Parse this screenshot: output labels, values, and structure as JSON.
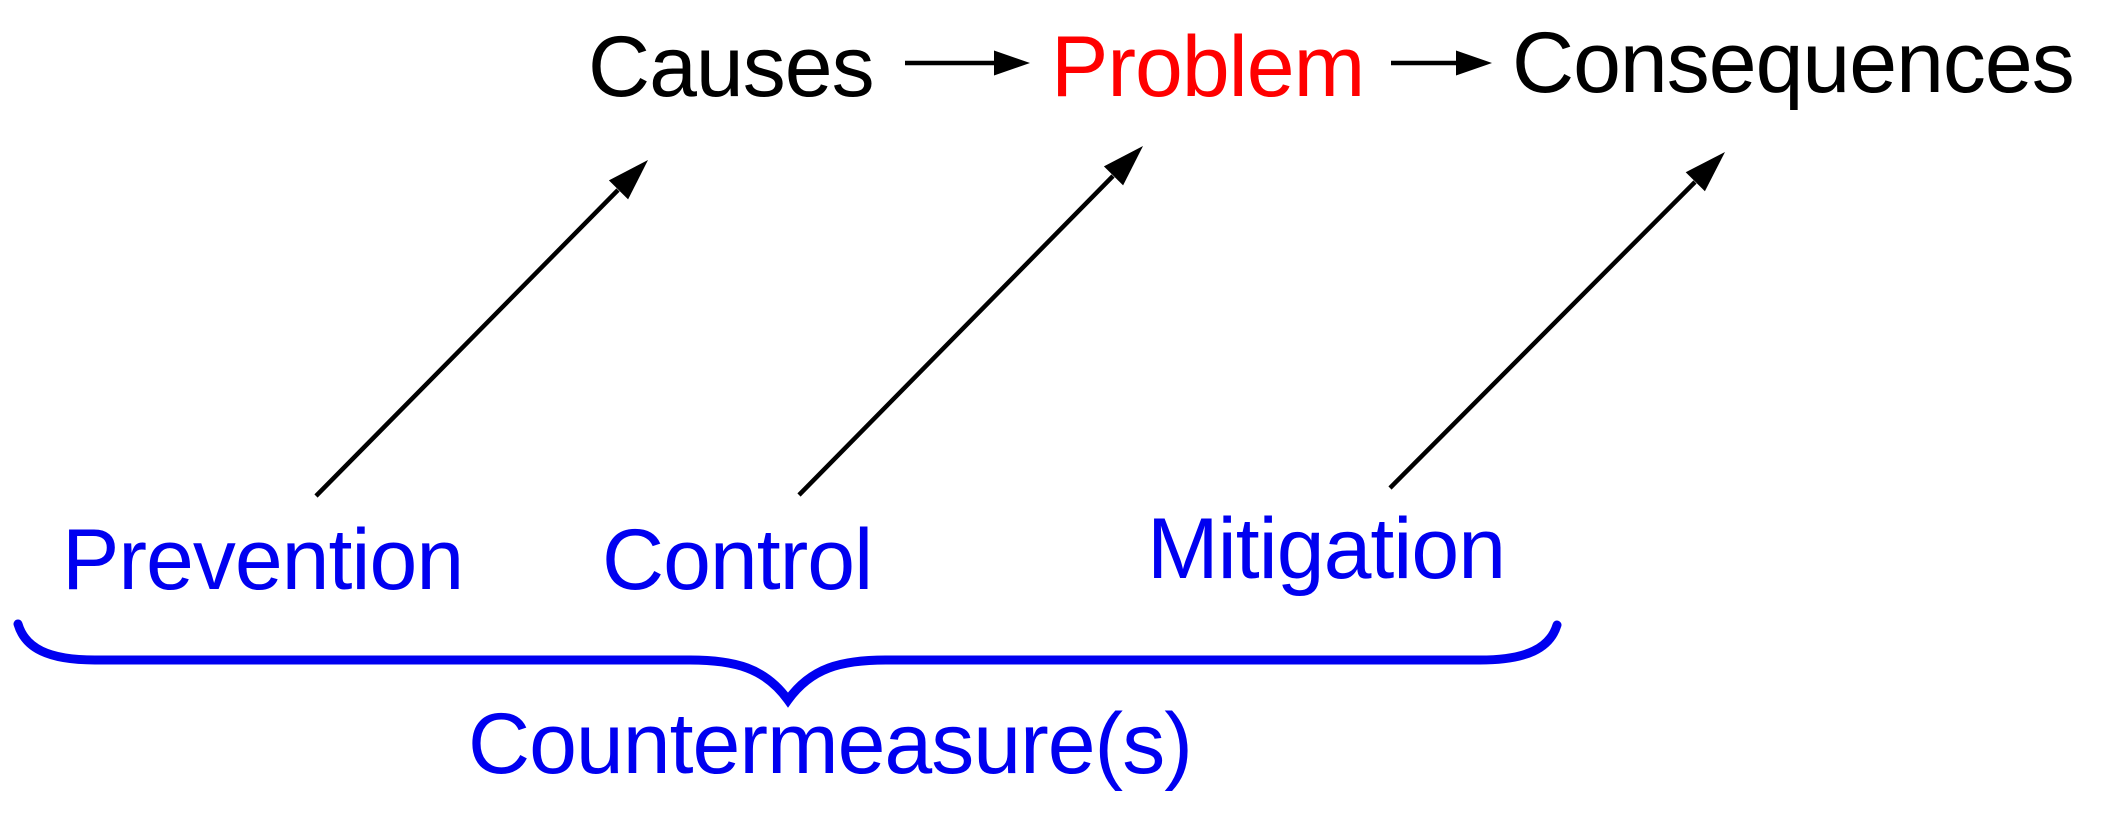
{
  "figure": {
    "background": "#ffffff",
    "colors": {
      "black": "#000000",
      "red": "#ff0000",
      "blue": "#0000f0"
    },
    "flow": {
      "causes": "Causes",
      "problem": "Problem",
      "consequences": "Consequences"
    },
    "countermeasures": {
      "prevention": "Prevention",
      "control": "Control",
      "mitigation": "Mitigation",
      "brace_label": "Countermeasure(s)"
    },
    "arrows": [
      {
        "from": "Causes",
        "to": "Problem",
        "style": "horizontal"
      },
      {
        "from": "Problem",
        "to": "Consequences",
        "style": "horizontal"
      },
      {
        "from": "Prevention",
        "to": "Causes",
        "style": "diagonal"
      },
      {
        "from": "Control",
        "to": "Problem",
        "style": "diagonal"
      },
      {
        "from": "Mitigation",
        "to": "Consequences",
        "style": "diagonal"
      }
    ]
  }
}
